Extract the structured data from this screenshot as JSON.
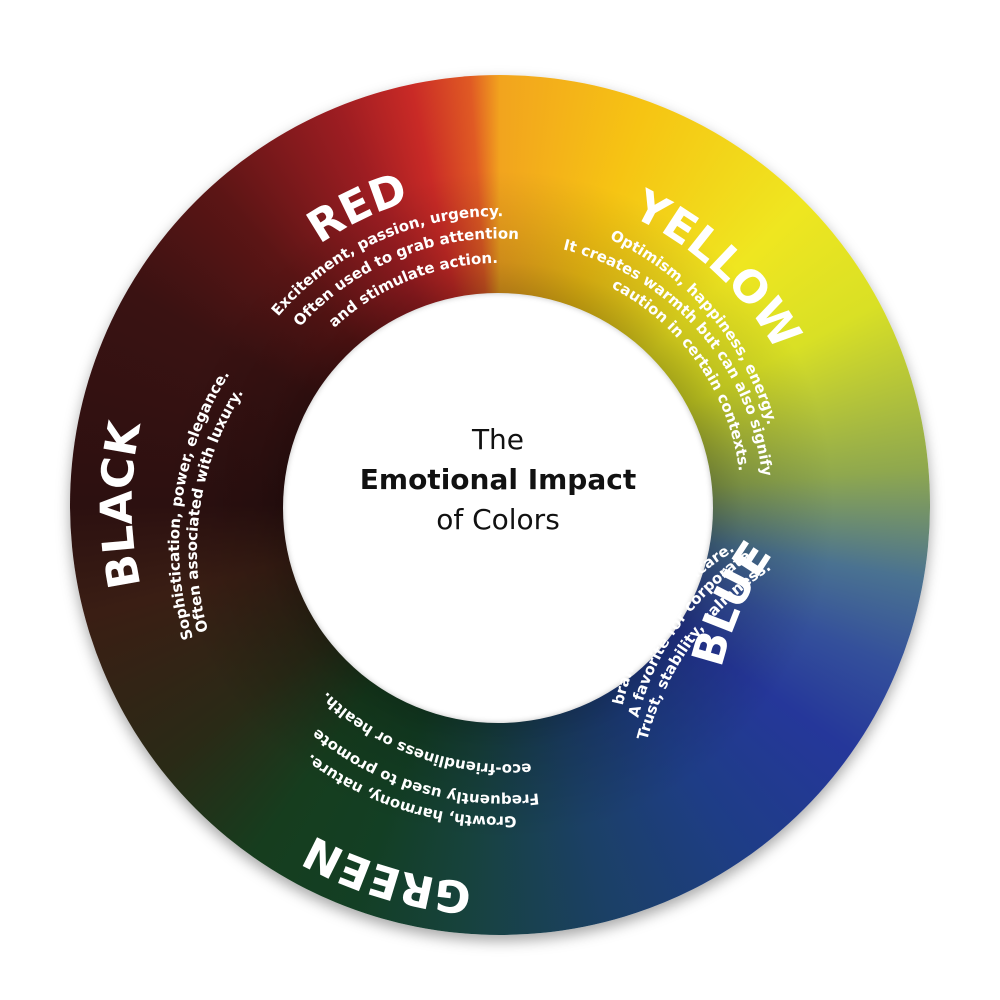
{
  "title": {
    "line1": "The",
    "line2": "Emotional Impact",
    "line3": "of Colors"
  },
  "segments": [
    {
      "name": "RED",
      "lines": [
        "Excitement, passion, urgency.",
        "Often used to grab attention",
        "and stimulate action."
      ]
    },
    {
      "name": "YELLOW",
      "lines": [
        "Optimism, happiness, energy.",
        "It creates warmth but can also signify",
        "caution in certain contexts."
      ]
    },
    {
      "name": "BLUE",
      "lines": [
        "Trust, stability, calmness.",
        "A favorite for corporate",
        "brands and healthcare."
      ]
    },
    {
      "name": "GREEN",
      "lines": [
        "Growth, harmony, nature.",
        "Frequently used to promote",
        "eco-friendliness or health."
      ]
    },
    {
      "name": "BLACK",
      "lines": [
        "Sophistication, power, elegance.",
        "Often associated with luxury."
      ]
    }
  ],
  "colors": {
    "red": "#c92a26",
    "yellow": "#efe620",
    "blue": "#25379a",
    "green": "#133f24",
    "black": "#2c1010"
  }
}
